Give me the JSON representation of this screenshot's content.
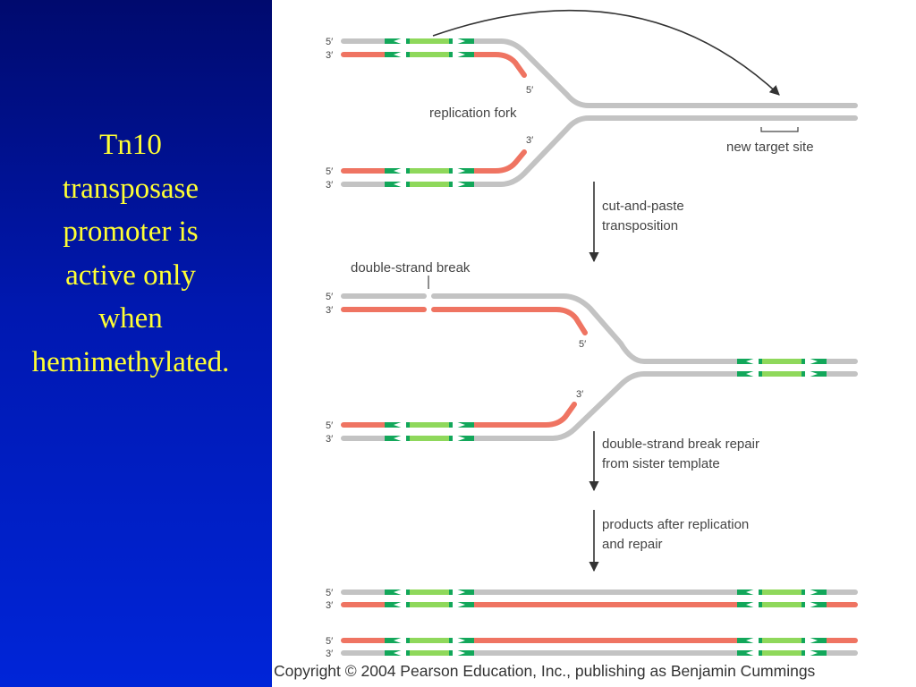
{
  "slide": {
    "title_lines": [
      "Tn10",
      "transposase",
      "promoter is",
      "active only",
      "when",
      "hemimethylated."
    ]
  },
  "figure": {
    "labels": {
      "replication_fork": "replication fork",
      "new_target_site": "new target site",
      "step1_line1": "cut-and-paste",
      "step1_line2": "transposition",
      "double_strand_break": "double-strand break",
      "step2_line1": "double-strand break repair",
      "step2_line2": "from sister template",
      "step3_line1": "products after replication",
      "step3_line2": "and repair"
    },
    "strand_ends": {
      "five_prime": "5′",
      "three_prime": "3′"
    }
  },
  "colors": {
    "old_strand": "#c3c3c3",
    "new_strand": "#ef7462",
    "transposon_light": "#8fd85b",
    "transposon_dark": "#12a75a",
    "slide_text": "#ffff33"
  },
  "copyright": "Copyright © 2004 Pearson Education, Inc., publishing as Benjamin Cummings"
}
